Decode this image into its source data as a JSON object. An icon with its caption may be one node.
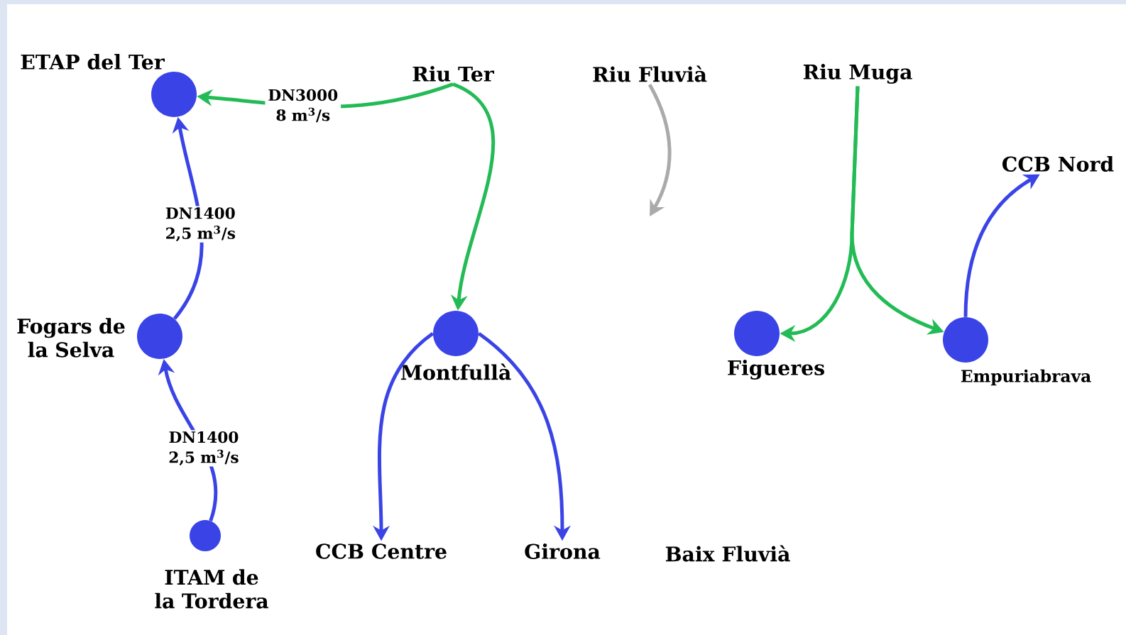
{
  "diagram": {
    "nodes": [
      {
        "text": [
          "ETAP del Ter"
        ]
      },
      {
        "text": [
          "Riu Ter"
        ]
      },
      {
        "text": [
          "Riu Fluvià"
        ]
      },
      {
        "text": [
          "Riu Muga"
        ]
      },
      {
        "text": [
          "CCB Nord"
        ]
      },
      {
        "text": [
          "Fogars de la Selva"
        ]
      },
      {
        "text": [
          "Montfullà"
        ]
      },
      {
        "text": [
          "Figueres"
        ]
      },
      {
        "text": [
          "Empuriabrava"
        ]
      },
      {
        "text": [
          "ITAM de la Tordera"
        ]
      },
      {
        "text": [
          "CCB Centre"
        ]
      },
      {
        "text": [
          "Girona"
        ]
      }
    ],
    "edges": [
      {
        "from": 1,
        "to": 0,
        "arrow": "to",
        "label": "DN3000 8 m$^{3}$/s",
        "color": "#22bb55"
      },
      {
        "from": 1,
        "to": 6,
        "arrow": "to",
        "color": "#22bb55"
      },
      {
        "from": 2,
        "to": null,
        "arrow": "to",
        "color": "#aaaaaa"
      },
      {
        "from": 3,
        "to": 7,
        "arrow": "to",
        "color": "#22bb55"
      },
      {
        "from": 3,
        "to": 8,
        "arrow": "to",
        "color": "#22bb55"
      },
      {
        "from": 8,
        "to": 4,
        "arrow": "to"
      },
      {
        "from": 5,
        "to": 0,
        "arrow": "to",
        "label": "DN1400 2,5 m$^{3}$/s"
      },
      {
        "from": 9,
        "to": 5,
        "arrow": "to",
        "label": "DN1400 2,5 m$^{3}$/s"
      },
      {
        "from": 6,
        "to": 10,
        "arrow": "to"
      },
      {
        "from": 6,
        "to": 11,
        "arrow": "to"
      }
    ],
    "labels": [
      "Baix Fluvià"
    ]
  }
}
